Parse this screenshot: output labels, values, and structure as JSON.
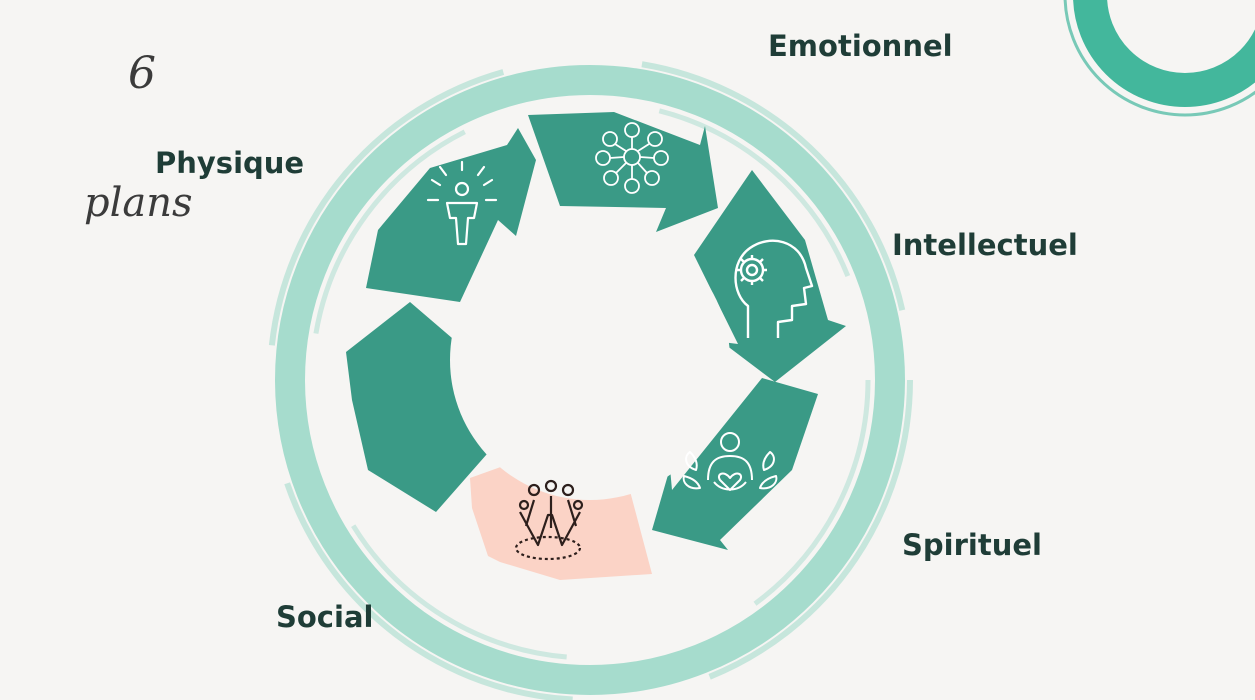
{
  "header": {
    "number": "6",
    "word": "plans"
  },
  "planes": [
    {
      "id": "physique",
      "label": "Physique",
      "icon": "person-radiating-icon"
    },
    {
      "id": "emotionnel",
      "label": "Emotionnel",
      "icon": "emotions-network-icon"
    },
    {
      "id": "intellectuel",
      "label": "Intellectuel",
      "icon": "head-gear-icon"
    },
    {
      "id": "spirituel",
      "label": "Spirituel",
      "icon": "heart-meditation-icon"
    },
    {
      "id": "social",
      "label": "Social",
      "icon": "group-hug-icon"
    }
  ],
  "colors": {
    "background": "#f6f5f3",
    "arrow": "#3a9a86",
    "arrow_highlight": "#fbd3c6",
    "ring": "#a6dccd",
    "corner_ring": "#43b79c",
    "text": "#1f3d37"
  }
}
